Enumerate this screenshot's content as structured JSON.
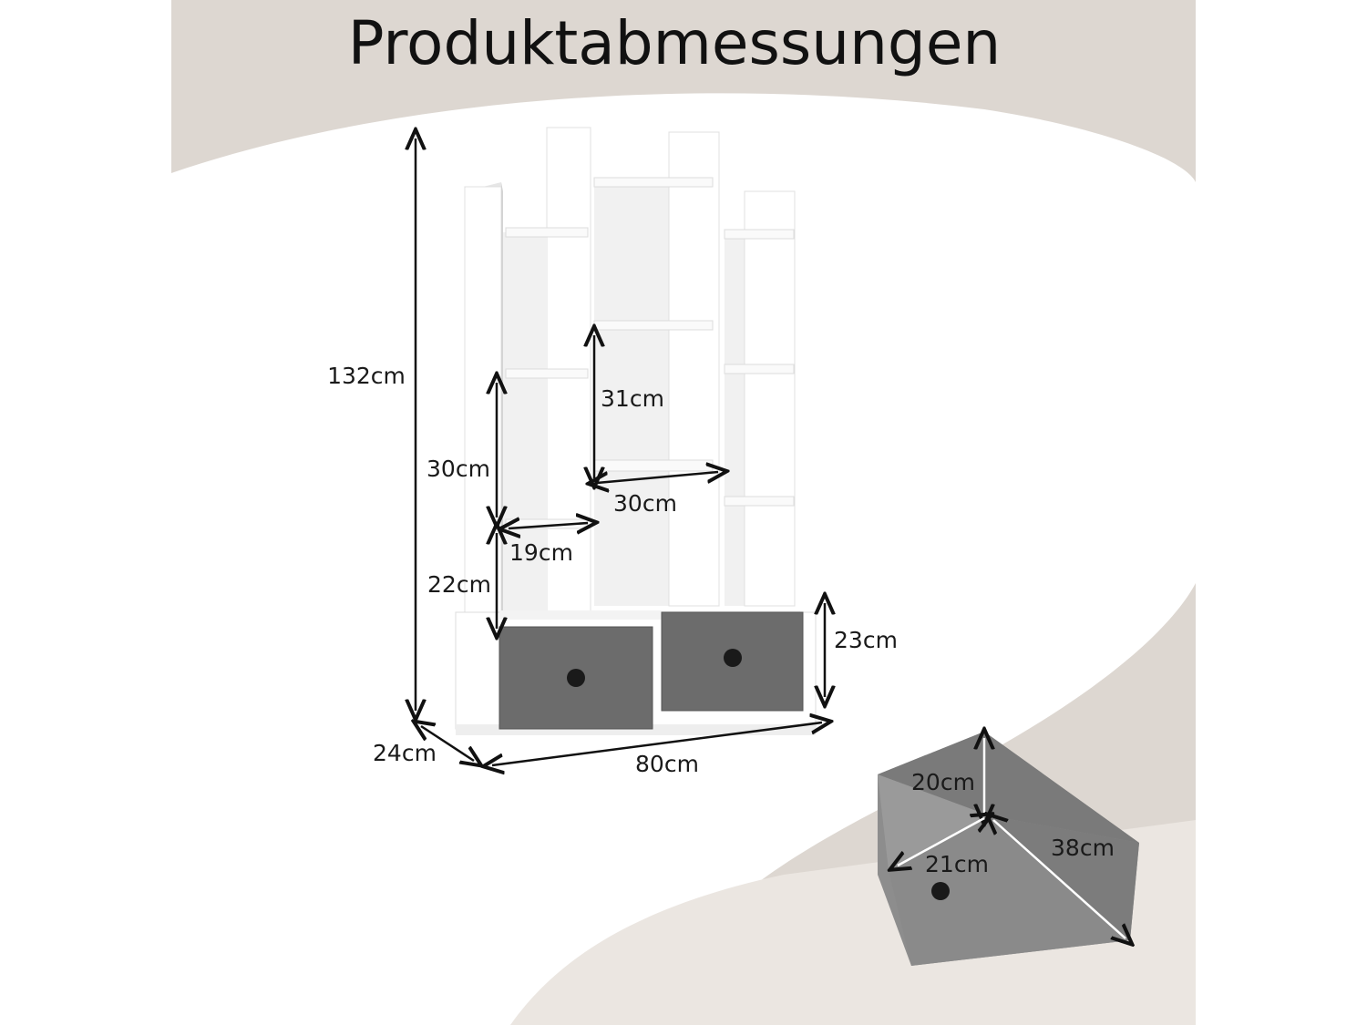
{
  "title": "Produktabmessungen",
  "colors": {
    "background_band": "#ddd7d1",
    "shelf_white": "#ffffff",
    "shelf_shadow": "#d9d9d9",
    "drawer_grey": "#6c6c6c",
    "bin_grey": "#8d8d8d",
    "line": "#111111"
  },
  "dimensions": {
    "total_height": "132cm",
    "width": "80cm",
    "depth": "24cm",
    "left_compartment_height": "30cm",
    "left_compartment_width": "19cm",
    "left_lower_height": "22cm",
    "center_compartment_height": "31cm",
    "center_compartment_width": "30cm",
    "drawer_height": "23cm"
  },
  "bin": {
    "height": "20cm",
    "depth": "38cm",
    "width": "21cm"
  }
}
